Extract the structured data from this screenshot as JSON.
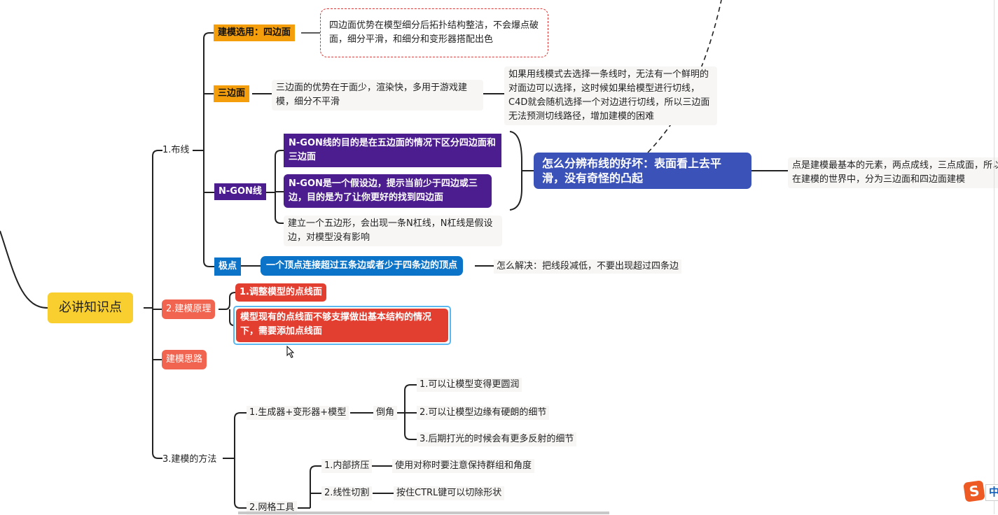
{
  "root": "必讲知识点",
  "branches": {
    "wiring": {
      "label": "1.布线",
      "quad": {
        "label": "建模选用：四边面",
        "note": "四边面优势在模型细分后拓扑结构整洁，不会爆点破面，细分平滑，和细分和变形器搭配出色"
      },
      "tri": {
        "label": "三边面",
        "note": "三边面的优势在于面少，渲染快，多用于游戏建模，细分不平滑",
        "detail": "如果用线模式去选择一条线时，无法有一个鲜明的对面边可以选择，这时候如果给模型进行切线，C4D就会随机选择一个对边进行切线，所以三边面无法预测切线路径，增加建模的困难"
      },
      "ngon": {
        "label": "N-GON线",
        "items": [
          "N-GON线的目的是在五边面的情况下区分四边面和三边面",
          "N-GON是一个假设边，提示当前少于四边或三边，目的是为了让你更好的找到四边面",
          "建立一个五边形，会出现一条N杠线，N杠线是假设边，对模型没有影响"
        ],
        "summary": "怎么分辨布线的好坏：表面看上去平滑，没有奇怪的凸起",
        "summary_note": "点是建模最基本的元素，两点成线，三点成面，所以在建模的世界中，分为三边面和四边面建模"
      },
      "pole": {
        "label": "极点",
        "def": "一个顶点连接超过五条边或者少于四条边的顶点",
        "fix": "怎么解决：把线段减低，不要出现超过四条边"
      }
    },
    "principle": {
      "label": "2.建模原理",
      "items": [
        "1.调整模型的点线面",
        "模型现有的点线面不够支撑做出基本结构的情况下，需要添加点线面"
      ]
    },
    "idea": {
      "label": "建模思路"
    },
    "method": {
      "label": "3.建模的方法",
      "gen": {
        "label": "1.生成器+变形器+模型",
        "bevel": "倒角",
        "items": [
          "1.可以让模型变得更圆润",
          "2.可以让模型边缘有硬朗的细节",
          "3.后期打光的时候会有更多反射的细节"
        ]
      },
      "mesh": {
        "label": "2.网格工具",
        "tools": [
          {
            "label": "1.内部挤压",
            "note": "使用对称时要注意保持群组和角度"
          },
          {
            "label": "2.线性切割",
            "note": "按住CTRL键可以切除形状"
          }
        ]
      }
    }
  },
  "ime": {
    "label": "中"
  }
}
